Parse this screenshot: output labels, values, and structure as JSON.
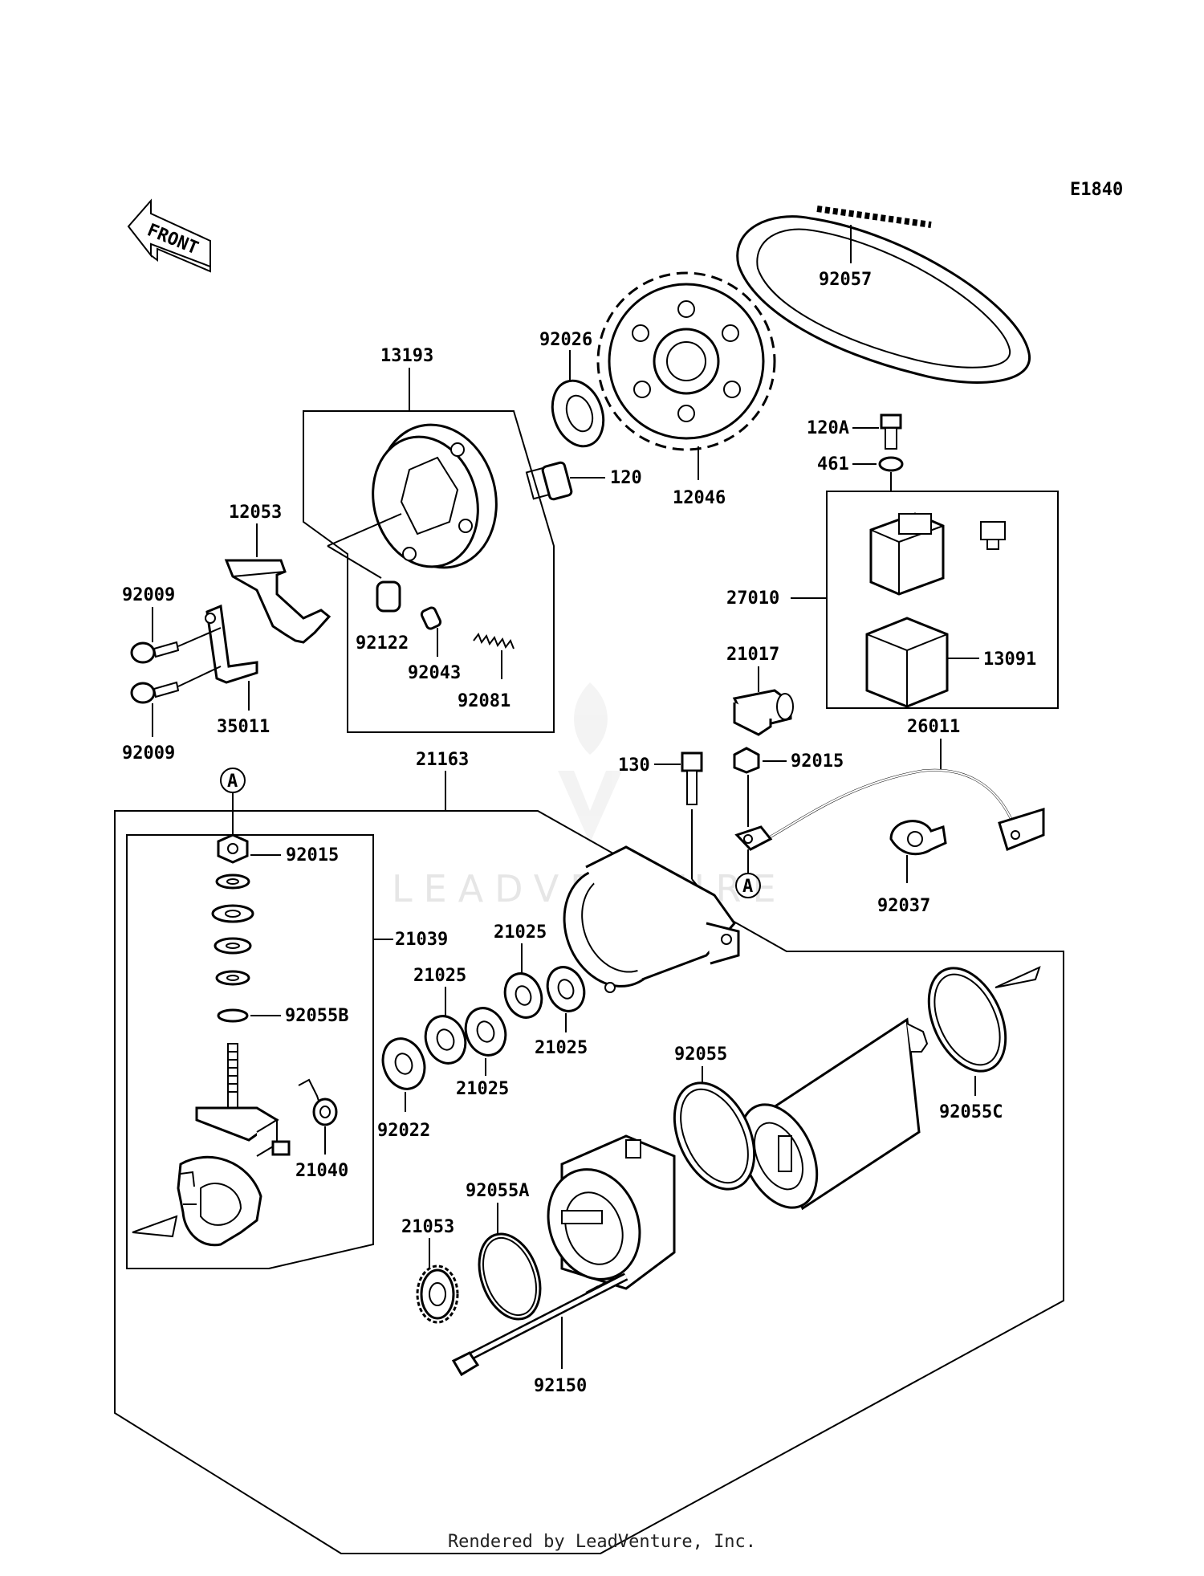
{
  "diagram": {
    "code": "E1840",
    "front_label": "FRONT",
    "watermark": "LEADVENTURE",
    "ref_marker": "A",
    "footer": "Rendered by LeadVenture, Inc."
  },
  "parts": {
    "p92057": "92057",
    "p92026": "92026",
    "p13193": "13193",
    "p120": "120",
    "p12046": "12046",
    "p120A": "120A",
    "p461": "461",
    "p12053": "12053",
    "p92009a": "92009",
    "p92009b": "92009",
    "p92122": "92122",
    "p92043": "92043",
    "p92081": "92081",
    "p35011": "35011",
    "p27010": "27010",
    "p13091": "13091",
    "p21017": "21017",
    "p26011": "26011",
    "p21163": "21163",
    "p130": "130",
    "p92015a": "92015",
    "p92015b": "92015",
    "p92037": "92037",
    "p21039": "21039",
    "p92055B": "92055B",
    "p21025a": "21025",
    "p21025b": "21025",
    "p21025c": "21025",
    "p21025d": "21025",
    "p92022": "92022",
    "p92055": "92055",
    "p92055C": "92055C",
    "p21040": "21040",
    "p92055A": "92055A",
    "p21053": "21053",
    "p92150": "92150"
  }
}
